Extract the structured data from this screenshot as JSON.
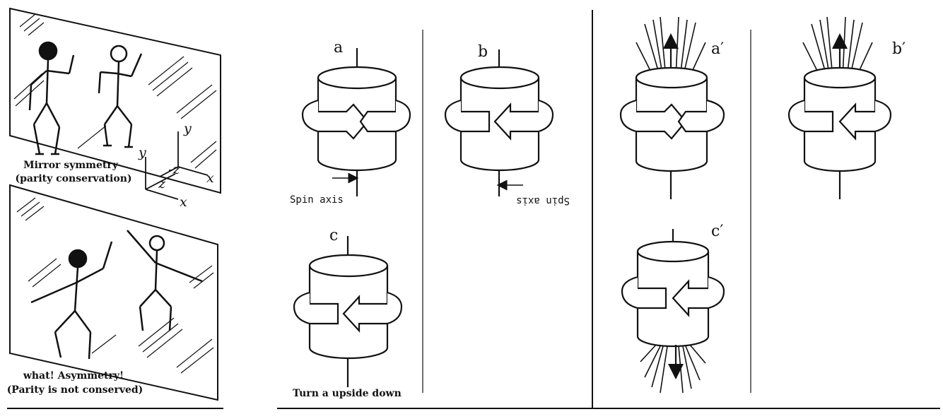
{
  "mirror_panel": {
    "symmetric_caption_line1": "Mirror symmetry",
    "symmetric_caption_line2": "(parity conservation)",
    "asymmetric_caption_line1": "what! Asymmetry!",
    "asymmetric_caption_line2": "(Parity is not conserved)",
    "axes": {
      "y1": "y",
      "y2": "y",
      "neg_z": "-z",
      "z": "z",
      "x1": "x",
      "x2": "x"
    }
  },
  "spin_panel": {
    "labels": {
      "a": "a",
      "b": "b",
      "c": "c"
    },
    "spin_axis": "Spin axis",
    "spin_axis_mirrored": "Spin axis",
    "turn_caption": "Turn a upside down"
  },
  "emission_panel": {
    "labels": {
      "a_prime": "a′",
      "b_prime": "b′",
      "c_prime": "c′"
    }
  },
  "icons": [
    "mirror-icon",
    "stick-figure-icon",
    "cylinder-icon",
    "rotation-arrow-icon",
    "emission-rays-icon"
  ]
}
